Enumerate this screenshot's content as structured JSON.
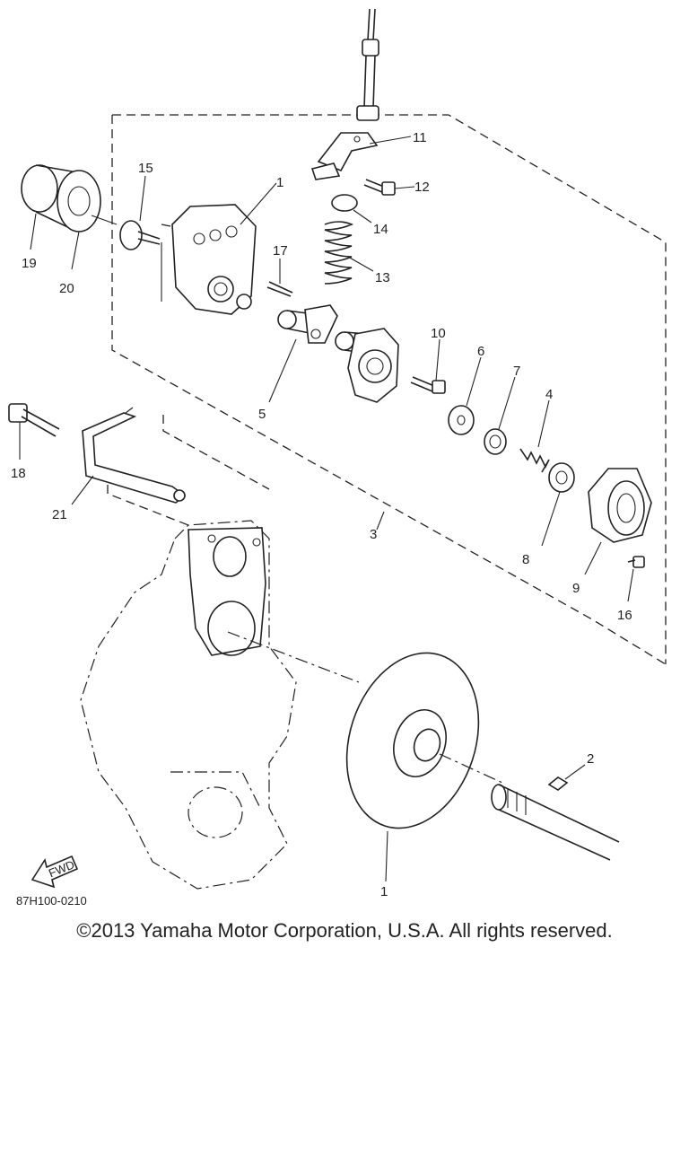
{
  "diagram": {
    "part_numbers": [
      "1",
      "2",
      "3",
      "4",
      "5",
      "6",
      "7",
      "8",
      "9",
      "10",
      "11",
      "12",
      "13",
      "14",
      "15",
      "16",
      "17",
      "18",
      "19",
      "20",
      "21"
    ],
    "part_number_1_second": "1",
    "arrow_label": "FWD",
    "drawing_code": "87H100-0210"
  },
  "footer": {
    "copyright": "©2013 Yamaha Motor Corporation, U.S.A. All rights reserved."
  }
}
